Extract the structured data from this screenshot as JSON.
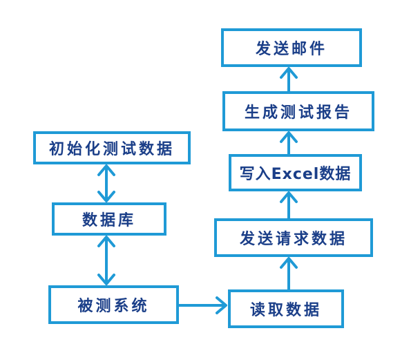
{
  "colors": {
    "line": "#1f9ad6",
    "text": "#1a3e88"
  },
  "nodes": {
    "init": "初始化测试数据",
    "db": "数据库",
    "sut": "被测系统",
    "read": "读取数据",
    "send_req": "发送请求数据",
    "write": "写入Excel数据",
    "report": "生成测试报告",
    "mail": "发送邮件"
  },
  "edges": [
    {
      "from": "init",
      "to": "db",
      "type": "bidirectional"
    },
    {
      "from": "db",
      "to": "sut",
      "type": "bidirectional"
    },
    {
      "from": "sut",
      "to": "read",
      "type": "directed"
    },
    {
      "from": "read",
      "to": "send_req",
      "type": "directed"
    },
    {
      "from": "send_req",
      "to": "write",
      "type": "directed"
    },
    {
      "from": "write",
      "to": "report",
      "type": "directed"
    },
    {
      "from": "report",
      "to": "mail",
      "type": "directed"
    }
  ]
}
